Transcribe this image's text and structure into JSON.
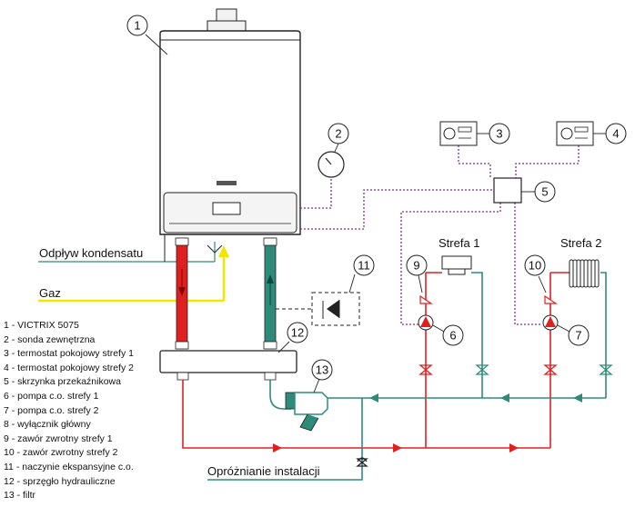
{
  "labels": {
    "condensate_drain": "Odpływ kondensatu",
    "gas": "Gaz",
    "zone1": "Strefa 1",
    "zone2": "Strefa 2",
    "drain_system": "Opróżnianie instalacji"
  },
  "callouts": [
    "1",
    "2",
    "3",
    "4",
    "5",
    "6",
    "7",
    "9",
    "10",
    "11",
    "12",
    "13"
  ],
  "legend": [
    "1 - VICTRIX 5075",
    "2 - sonda zewnętrzna",
    "3 - termostat pokojowy strefy 1",
    "4 - termostat pokojowy strefy 2",
    "5 - skrzynka przekaźnikowa",
    "6 - pompa c.o. strefy 1",
    "7 - pompa c.o. strefy 2",
    "8 - wyłącznik główny",
    "9 - zawór zwrotny strefy 1",
    "10 - zawór zwrotny strefy 2",
    "11 - naczynie ekspansyjne c.o.",
    "12 - sprzęgło hydrauliczne",
    "13 - filtr"
  ],
  "colors": {
    "flow": "#e02020",
    "return": "#2e8b7a",
    "gas": "#f2e600",
    "electrical": "#8a2b8a",
    "outline": "#222222"
  }
}
